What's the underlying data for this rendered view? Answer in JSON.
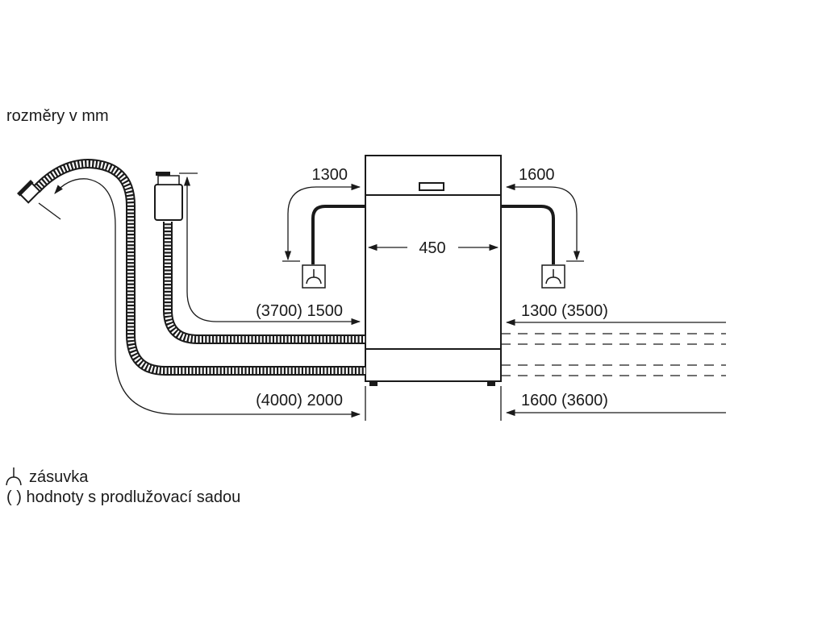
{
  "heading": "rozměry v mm",
  "dimensions": {
    "width": "450",
    "power_cord_left": "1300",
    "power_cord_right": "1600",
    "drain_hose_left": "(3700) 1500",
    "drain_hose_right": "1300 (3500)",
    "inlet_hose_left": "(4000) 2000",
    "inlet_hose_right": "1600 (3600)"
  },
  "legend": {
    "socket_icon": "socket-icon",
    "socket_label": "zásuvka",
    "parenthesis_symbol": "( )",
    "parenthesis_label": "hodnoty s prodlužovací sadou"
  }
}
